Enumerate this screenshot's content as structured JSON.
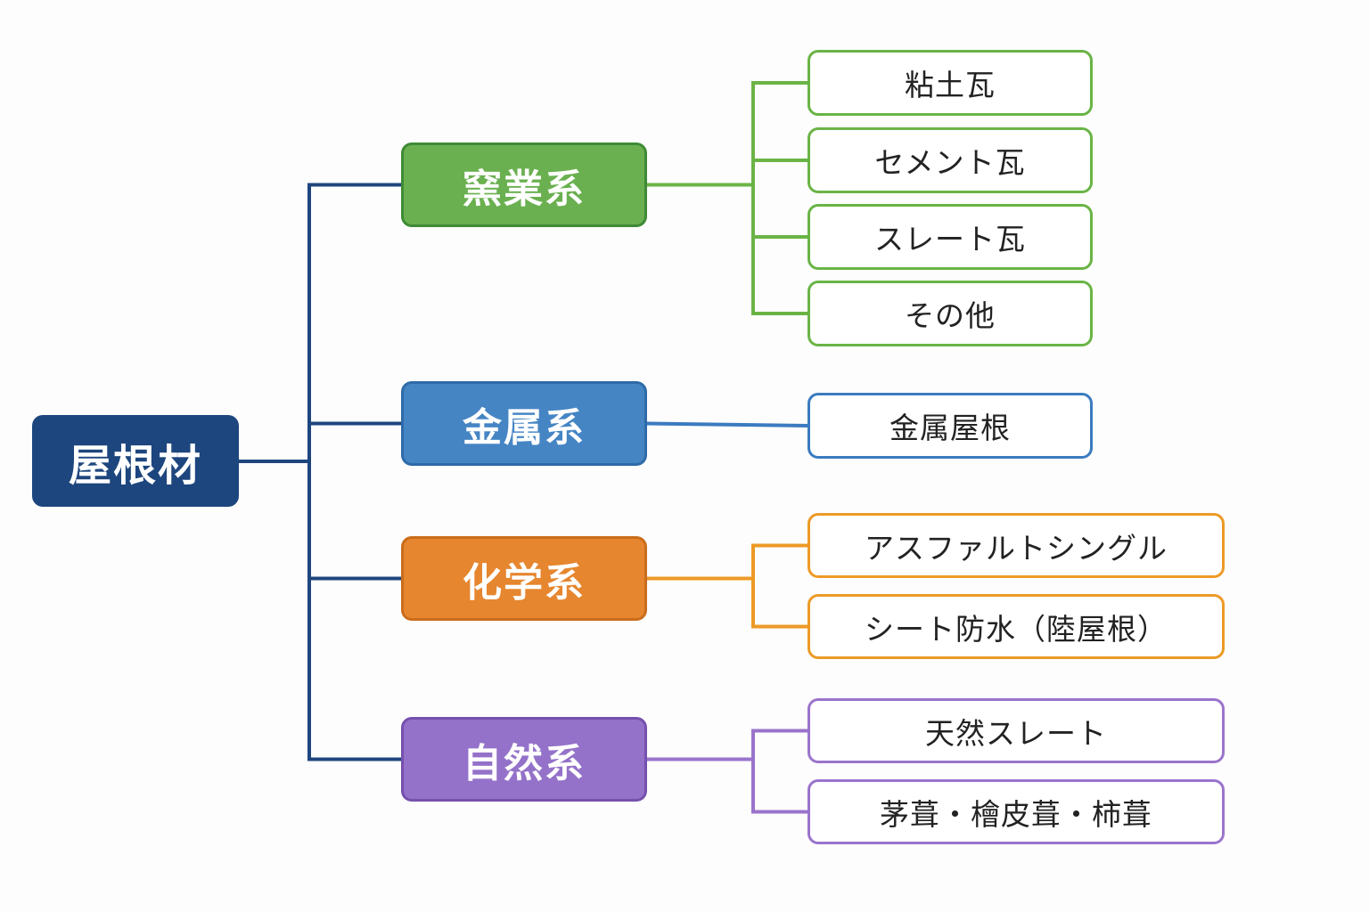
{
  "root": {
    "label": "屋根材",
    "color": "#1e467e"
  },
  "categories": [
    {
      "label": "窯業系",
      "fill": "#6ab050",
      "border": "#3f8a35",
      "line": "#6ab446",
      "items": [
        "粘土瓦",
        "セメント瓦",
        "スレート瓦",
        "その他"
      ]
    },
    {
      "label": "金属系",
      "fill": "#4585c4",
      "border": "#2f6aa8",
      "line": "#3b7bc0",
      "items": [
        "金属屋根"
      ]
    },
    {
      "label": "化学系",
      "fill": "#e6862f",
      "border": "#c96d1c",
      "line": "#ec9a26",
      "items": [
        "アスファルトシングル",
        "シート防水（陸屋根）"
      ]
    },
    {
      "label": "自然系",
      "fill": "#9472c9",
      "border": "#7550ad",
      "line": "#9a74cc",
      "items": [
        "天然スレート",
        "茅葺・檜皮葺・柿葺"
      ]
    }
  ]
}
